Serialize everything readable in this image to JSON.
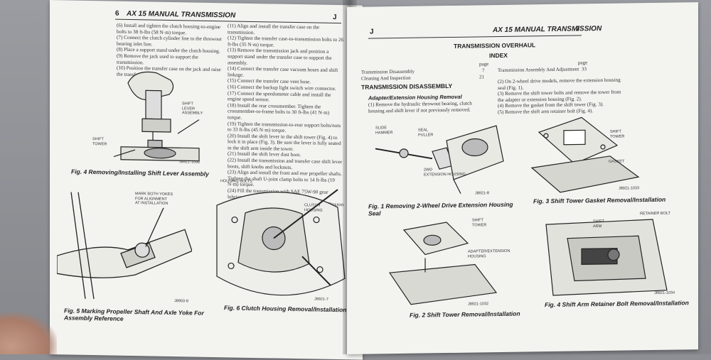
{
  "left_page": {
    "page_number": "6",
    "header_title": "AX 15 MANUAL TRANSMISSION",
    "header_letter": "J",
    "col1_text": "(6) Install and tighten the clutch housing-to-engine bolts to 38 ft-lbs (58 N·m) torque.\n(7) Connect the clutch cylinder line to the throwout bearing inlet line.\n(8) Place a support stand under the clutch housing.\n(9) Remove the jack used to support the transmission.\n(10) Position the transfer case on the jack and raise the transfer case",
    "col2_text": "(11) Align and install the transfer case on the transmission.\n(12) Tighten the transfer case-to-transmission bolts to 26 ft-lbs (35 N·m) torque.\n(13) Remove the transmission jack and position a support stand under the transfer case to support the assembly.\n(14) Connect the transfer case vacuum hoses and shift linkage.\n(15) Connect the transfer case vent hose.\n(16) Connect the backup light switch wire connector.\n(17) Connect the speedometer cable and install the engine speed sensor.\n(18) Install the rear crossmember. Tighten the crossmember-to-frame bolts to 30 ft-lbs (41 N·m) torque.\n(19) Tighten the transmission-to-rear support bolts/nuts to 33 ft-lbs (45 N·m) torque.\n(20) Install the shift lever in the shift tower (Fig. 4) to lock it in place (Fig. 3). Be sure the lever is fully seated in the shift arm inside the tower.\n(21) Install the shift lever dust boot.\n(22) Install the transmission and transfer case shift lever boots, shift knobs and locknuts.\n(23) Align and install the front and rear propeller shafts. Tighten the shaft U-joint clamp bolts to 14 ft-lbs (19 N·m) torque.\n(24) Fill the transmission with SAE 75W-90 gear lubricant.\n(25) Fill the transfer case with Mopar Mercon or Dexron II transmission fluid.\n(26) Lower the vehicle.",
    "fig4_caption": "Fig. 4 Removing/Installing Shift Lever Assembly",
    "fig4_labels": {
      "shift_lever": "SHIFT\nLEVER\nASSEMBLY",
      "shift_tower": "SHIFT\nTOWER",
      "code": "J8921-1030"
    },
    "fig5_caption": "Fig. 5 Marking Propeller Shaft And Axle Yoke For Assembly Reference",
    "fig5_labels": {
      "mark": "MARK BOTH YOKES\nFOR ALIGNMENT\nAT INSTALLATION",
      "code": "J8903-8"
    },
    "fig6_caption": "Fig. 6 Clutch Housing Removal/Installation",
    "fig6_labels": {
      "housing_bolts": "HOUSING BOLTS",
      "clutch_housing": "CLUTCH\nHOUSING",
      "code": "J8921-7"
    }
  },
  "right_page": {
    "header_letter": "J",
    "header_title": "AX 15 MANUAL TRANSMISSION",
    "page_number": "7",
    "section_title": "TRANSMISSION OVERHAUL",
    "index_title": "INDEX",
    "index_page_label": "page",
    "index_left": [
      {
        "label": "Transmission Disassembly",
        "page": "7"
      },
      {
        "label": "Cleaning And Inspection",
        "page": "21"
      }
    ],
    "index_right": [
      {
        "label": "Transmission Assembly And Adjustment",
        "page": "33"
      }
    ],
    "disassembly_title": "TRANSMISSION DISASSEMBLY",
    "adapter_title": "Adapter/Extension Housing Removal",
    "col1_text": "(1) Remove the hydraulic throwout bearing, clutch housing and shift lever if not previously removed.",
    "col2_text": "(2) On 2-wheel drive models, remove the extension housing seal (Fig. 1).\n(3) Remove the shift tower bolts and remove the tower from the adapter or extension housing (Fig. 2).\n(4) Remove the gasket from the shift tower (Fig. 3).\n(5) Remove the shift arm retainer bolt (Fig. 4).",
    "fig1_caption": "Fig. 1 Removing 2-Wheel Drive Extension Housing Seal",
    "fig1_labels": {
      "slide_hammer": "SLIDE\nHAMMER",
      "seal_puller": "SEAL\nPULLER",
      "extension": "2WD\nEXTENSION HOUSING",
      "code": "J8921-8"
    },
    "fig2_caption": "Fig. 2 Shift Tower Removal/Installation",
    "fig2_labels": {
      "shift_tower": "SHIFT\nTOWER",
      "adapter": "ADAPTER/EXTENSION\nHOUSING",
      "code": "J8921-1032"
    },
    "fig3_caption": "Fig. 3 Shift Tower Gasket Removal/Installation",
    "fig3_labels": {
      "shift_tower": "SHIFT\nTOWER",
      "gasket": "GASKET",
      "code": "J8921-1033"
    },
    "fig4_caption": "Fig. 4 Shift Arm Retainer Bolt Removal/Installation",
    "fig4_labels": {
      "retainer_bolt": "RETAINER BOLT",
      "shift_arm": "SHIFT\nARM",
      "code": "J8921-1034"
    }
  }
}
